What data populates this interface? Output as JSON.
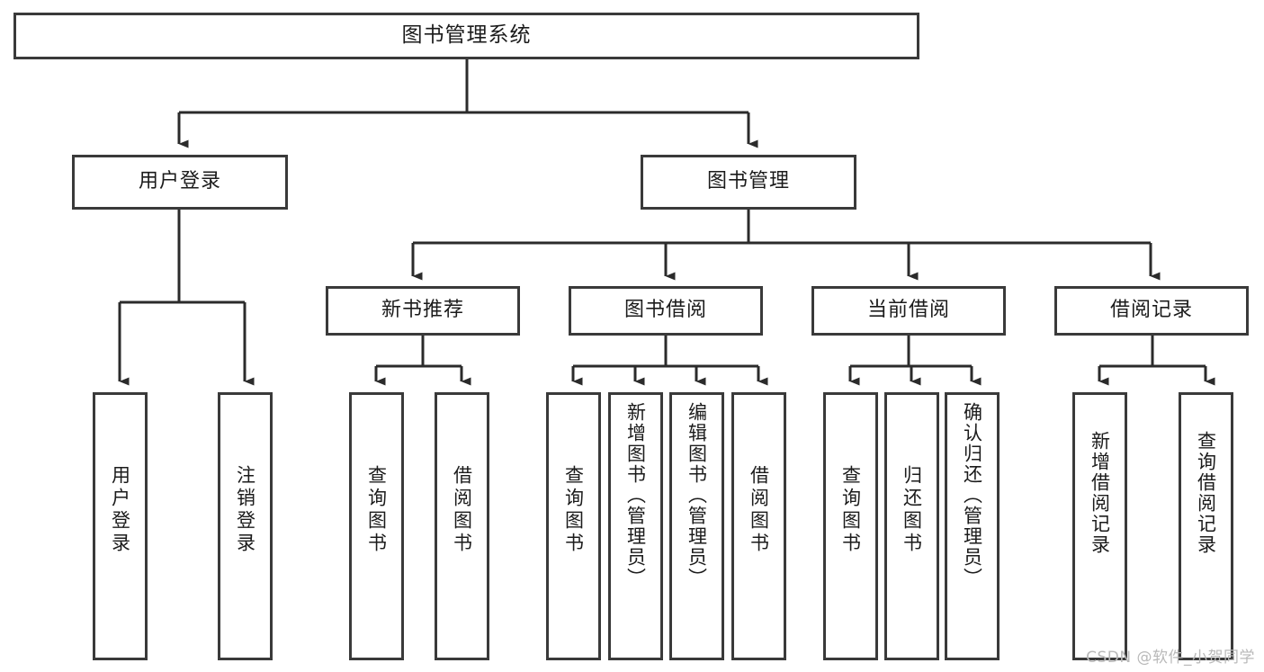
{
  "diagram": {
    "title": "图书管理系统",
    "type": "tree",
    "background_color": "#ffffff",
    "line_color": "#3a3a3a",
    "text_color": "#1b1b1b",
    "watermark": "CSDN @软件_小贺同学",
    "root": {
      "label": "图书管理系统"
    },
    "level1": [
      {
        "label": "用户登录"
      },
      {
        "label": "图书管理"
      }
    ],
    "level2": [
      {
        "label": "新书推荐"
      },
      {
        "label": "图书借阅"
      },
      {
        "label": "当前借阅"
      },
      {
        "label": "借阅记录"
      }
    ],
    "leaves": {
      "user_login": [
        {
          "label": "用户登录"
        },
        {
          "label": "注销登录"
        }
      ],
      "new_book_recommend": [
        {
          "label": "查询图书"
        },
        {
          "label": "借阅图书"
        }
      ],
      "book_borrow": [
        {
          "label": "查询图书"
        },
        {
          "label": "新增图书（管理员）"
        },
        {
          "label": "编辑图书（管理员）"
        },
        {
          "label": "借阅图书"
        }
      ],
      "current_borrow": [
        {
          "label": "查询图书"
        },
        {
          "label": "归还图书"
        },
        {
          "label": "确认归还（管理员）"
        }
      ],
      "borrow_records": [
        {
          "label": "新增借阅记录"
        },
        {
          "label": "查询借阅记录"
        }
      ]
    }
  }
}
